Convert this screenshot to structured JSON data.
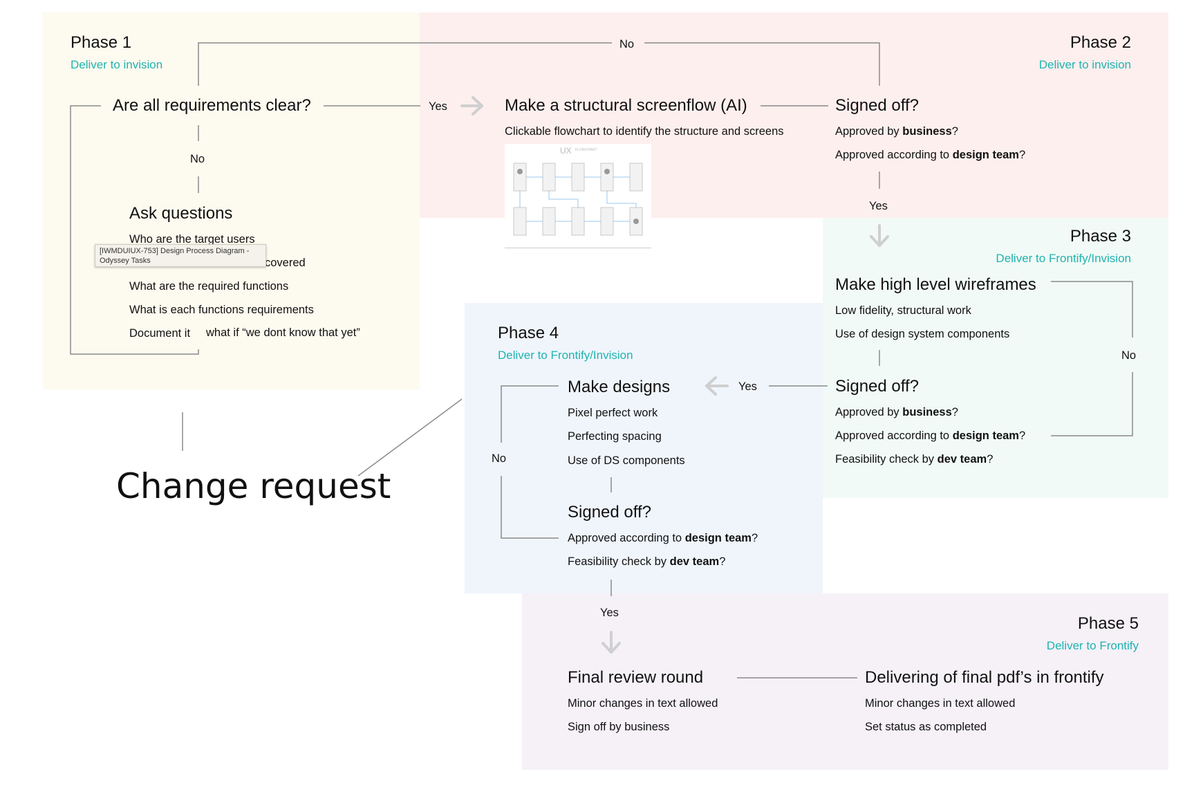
{
  "phases": [
    {
      "title": "Phase 1",
      "deliver": "Deliver to invision"
    },
    {
      "title": "Phase 2",
      "deliver": "Deliver to invision"
    },
    {
      "title": "Phase 3",
      "deliver": "Deliver to Frontify/Invision"
    },
    {
      "title": "Phase 4",
      "deliver": "Deliver to Frontify/Invision"
    },
    {
      "title": "Phase 5",
      "deliver": "Deliver to Frontify"
    }
  ],
  "phase1": {
    "question": "Are all requirements clear?",
    "ask": {
      "title": "Ask questions",
      "items": [
        "Who are the target users",
        "covered",
        "What are the required functions",
        "What is each functions requirements",
        "Document it",
        "what if “we dont know that yet”"
      ]
    }
  },
  "tooltip": "[IWMDUIUX-753] Design Process Diagram - Odyssey Tasks",
  "phase2": {
    "screenflow": {
      "title": "Make a structural screenflow (AI)",
      "desc": "Clickable flowchart to identify the structure and screens"
    },
    "thumb_text": [
      "UX",
      "FLOWCHART"
    ],
    "signoff": {
      "title": "Signed off?",
      "line1_pre": "Approved by ",
      "line1_bold": "business",
      "line1_post": "?",
      "line2_pre": "Approved according to ",
      "line2_bold": "design team",
      "line2_post": "?"
    }
  },
  "phase3": {
    "wireframes": {
      "title": "Make high level wireframes",
      "items": [
        "Low fidelity, structural work",
        "Use of design system components"
      ]
    },
    "signoff": {
      "title": "Signed off?",
      "line1_pre": "Approved by ",
      "line1_bold": "business",
      "line1_post": "?",
      "line2_pre": "Approved according to ",
      "line2_bold": "design team",
      "line2_post": "?",
      "line3_pre": "Feasibility check by ",
      "line3_bold": "dev team",
      "line3_post": "?"
    }
  },
  "phase4": {
    "designs": {
      "title": "Make designs",
      "items": [
        "Pixel perfect work",
        "Perfecting spacing",
        "Use of DS components"
      ]
    },
    "signoff": {
      "title": "Signed off?",
      "line1_pre": "Approved according to ",
      "line1_bold": "design team",
      "line1_post": "?",
      "line2_pre": "Feasibility check by ",
      "line2_bold": "dev team",
      "line2_post": "?"
    }
  },
  "phase5": {
    "review": {
      "title": "Final review round",
      "items": [
        "Minor changes in text allowed",
        "Sign off by business"
      ]
    },
    "delivering": {
      "title": "Delivering of final pdf’s in frontify",
      "items": [
        "Minor changes in text allowed",
        "Set status as completed"
      ]
    }
  },
  "labels": {
    "yes": "Yes",
    "no": "No"
  },
  "change_request": "Change request",
  "colors": {
    "phase1_bg": "#fdfaef",
    "phase2_bg": "#fdefee",
    "phase3_bg": "#f1faf6",
    "phase4_bg": "#f0f5fc",
    "phase5_bg": "#f5f1f7",
    "accent": "#1fb3b0",
    "connector": "#8a8a8a",
    "arrow": "#cfcfcf"
  }
}
